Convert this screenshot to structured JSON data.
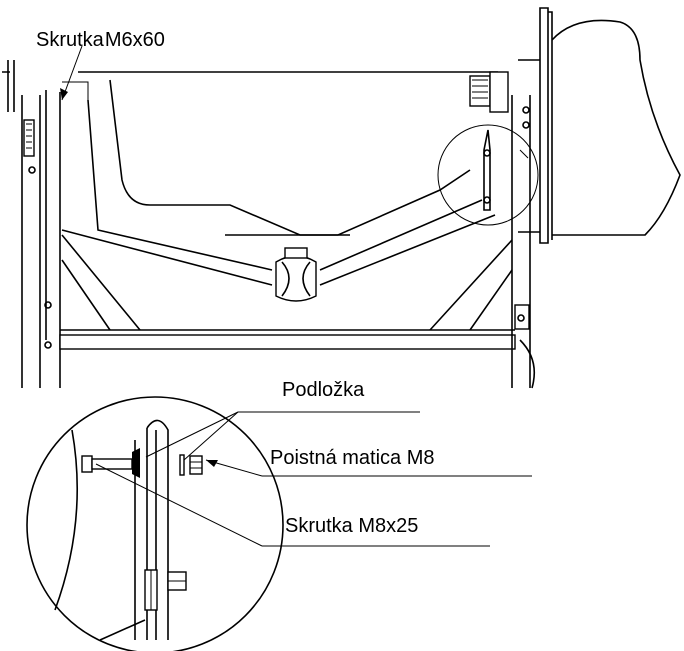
{
  "labels": {
    "top_bolt_word": "Skrutka",
    "top_bolt_size": "M6x60",
    "washer": "Podložka",
    "lock_nut": "Poistná matica  M8",
    "bolt_m8": "Skrutka M8x25"
  },
  "colors": {
    "line": "#000000",
    "background": "#ffffff"
  }
}
